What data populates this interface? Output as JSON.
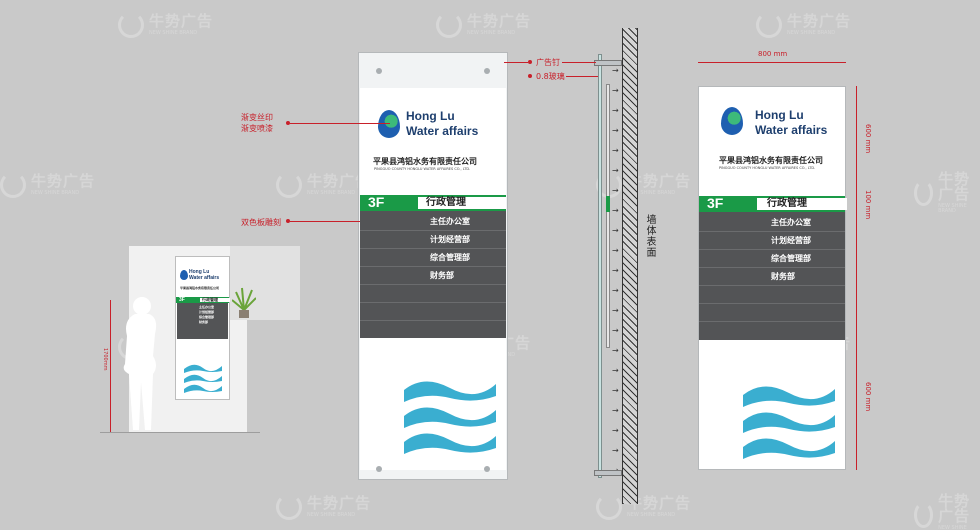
{
  "brand": {
    "line1": "Hong Lu",
    "line2": "Water affairs",
    "company_cn": "平果县鸿铝水务有限责任公司",
    "company_en": "PINGGUO COUNTY HONGLU WATER AFFAIRES CO., LTD."
  },
  "sign": {
    "floor": "3F",
    "section": "行政管理",
    "departments": [
      "主任办公室",
      "计划经营部",
      "综合管理部",
      "财务部"
    ]
  },
  "annotations": {
    "gradient_print": "渐变丝印",
    "gradient_spray": "渐变喷漆",
    "two_color_carving": "双色板雕刻",
    "ad_nail": "广告钉",
    "glass": "0.8玻璃",
    "wall_surface": "墙体表面"
  },
  "dimensions": {
    "width": "800 mm",
    "top": "600 mm",
    "mid": "100 mm",
    "bottom": "600 mm",
    "person_height": "1700mm"
  },
  "watermark": {
    "cn": "牛势广告",
    "en": "NEW SHINE BRAND"
  },
  "colors": {
    "green": "#1a9a47",
    "dark_gray": "#535456",
    "wave_blue": "#3aaed0",
    "annotation_red": "#c8202a",
    "background": "#c9c9c9"
  }
}
